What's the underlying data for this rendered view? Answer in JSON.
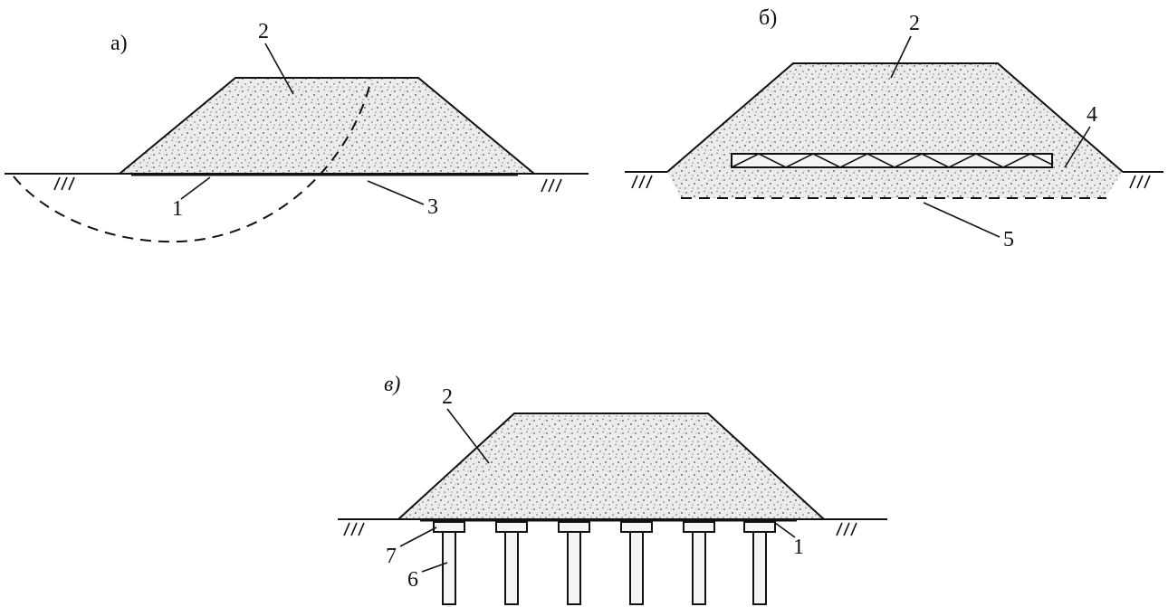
{
  "panels": {
    "a": {
      "label": "а)",
      "callouts": {
        "embankment": "2",
        "base_layer": "1",
        "ground_surface": "3"
      }
    },
    "b": {
      "label": "б)",
      "callouts": {
        "embankment": "2",
        "reinforcement_zone": "4",
        "lower_layer": "5"
      }
    },
    "v": {
      "label": "в)",
      "callouts": {
        "embankment": "2",
        "base_layer": "1",
        "pile": "6",
        "pile_cap": "7"
      }
    }
  },
  "colors": {
    "line": "#111111",
    "fill": "#e6e6e6",
    "speckle": "#555555"
  }
}
